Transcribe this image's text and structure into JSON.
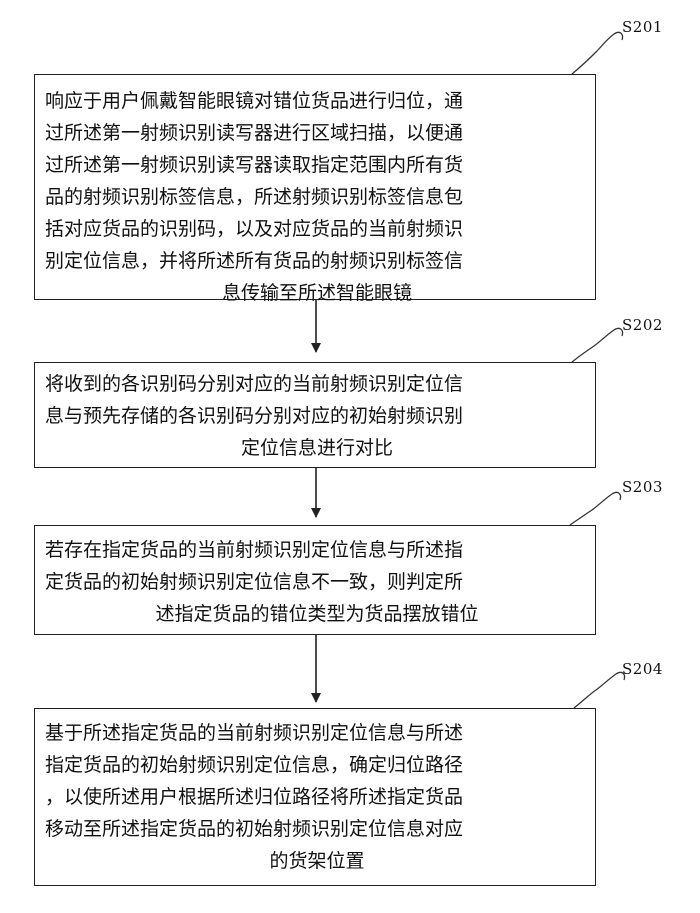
{
  "steps": [
    {
      "id": "S201",
      "lines": [
        "响应于用户佩戴智能眼镜对错位货品进行归位，通",
        "过所述第一射频识别读写器进行区域扫描，以便通",
        "过所述第一射频识别读写器读取指定范围内所有货",
        "品的射频识别标签信息，所述射频识别标签信息包",
        "括对应货品的识别码，以及对应货品的当前射频识",
        "别定位信息，并将所述所有货品的射频识别标签信",
        "息传输至所述智能眼镜"
      ]
    },
    {
      "id": "S202",
      "lines": [
        "将收到的各识别码分别对应的当前射频识别定位信",
        "息与预先存储的各识别码分别对应的初始射频识别",
        "定位信息进行对比"
      ]
    },
    {
      "id": "S203",
      "lines": [
        "若存在指定货品的当前射频识别定位信息与所述指",
        "定货品的初始射频识别定位信息不一致，则判定所",
        "述指定货品的错位类型为货品摆放错位"
      ]
    },
    {
      "id": "S204",
      "lines": [
        "基于所述指定货品的当前射频识别定位信息与所述",
        "指定货品的初始射频识别定位信息，确定归位路径",
        "，以使所述用户根据所述归位路径将所述指定货品",
        "移动至所述指定货品的初始射频识别定位信息对应",
        "的货架位置"
      ]
    }
  ]
}
